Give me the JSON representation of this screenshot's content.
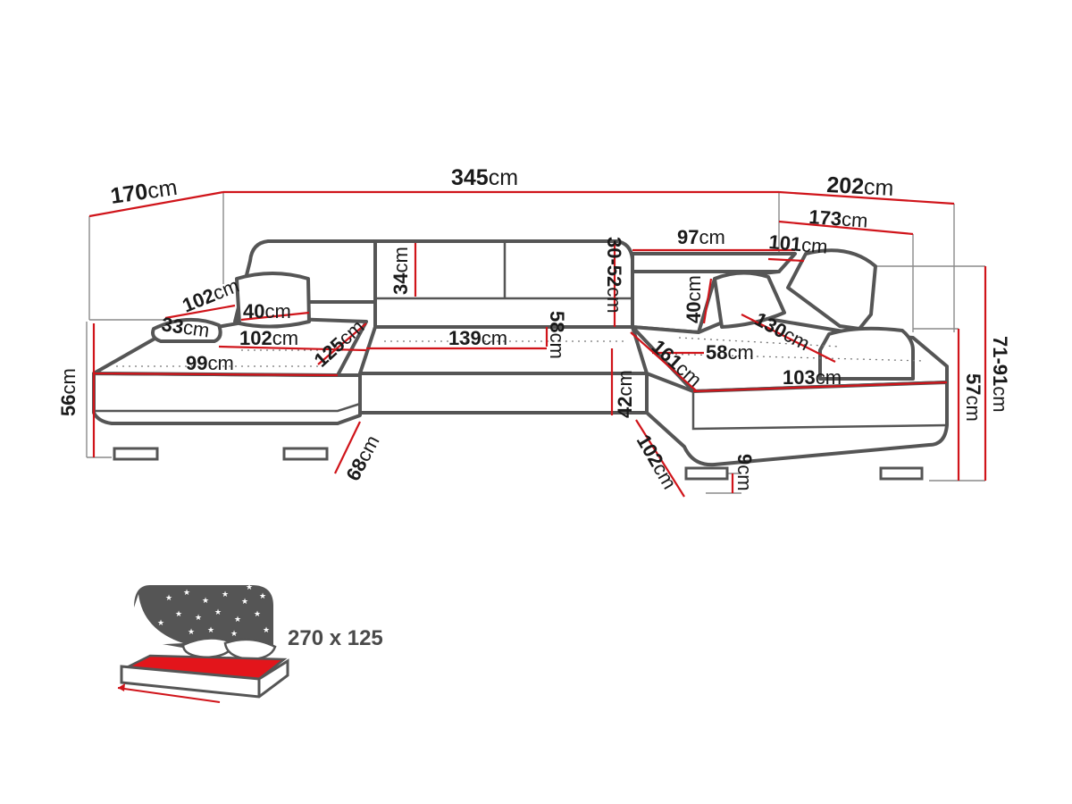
{
  "colors": {
    "outline": "#555555",
    "measure_line": "#d0141a",
    "guide_line": "#8a8a8a",
    "text": "#1a1a1a",
    "bed_mattress": "#e3151b",
    "bed_night": "#555555"
  },
  "icons": [
    "bed-function-icon",
    "star-icon",
    "moon-icon"
  ],
  "dimensions": {
    "total_width": {
      "value": "345",
      "unit": "cm"
    },
    "left_depth": {
      "value": "170",
      "unit": "cm"
    },
    "right_depth": {
      "value": "202",
      "unit": "cm"
    },
    "right_inner_depth": {
      "value": "173",
      "unit": "cm"
    },
    "right_arm_length": {
      "value": "101",
      "unit": "cm"
    },
    "right_back_length": {
      "value": "97",
      "unit": "cm"
    },
    "headrest_height": {
      "value": "30-52",
      "unit": "cm"
    },
    "back_cushion_height": {
      "value": "34",
      "unit": "cm"
    },
    "left_back_length": {
      "value": "102",
      "unit": "cm"
    },
    "left_pillow_width": {
      "value": "40",
      "unit": "cm"
    },
    "left_pillow_height": {
      "value": "33",
      "unit": "cm"
    },
    "left_seat_width": {
      "value": "102",
      "unit": "cm"
    },
    "left_chaise_width": {
      "value": "99",
      "unit": "cm"
    },
    "left_chaise_diagonal": {
      "value": "125",
      "unit": "cm"
    },
    "center_seat_width": {
      "value": "139",
      "unit": "cm"
    },
    "seat_depth": {
      "value": "58",
      "unit": "cm"
    },
    "seat_height": {
      "value": "42",
      "unit": "cm"
    },
    "left_height": {
      "value": "56",
      "unit": "cm"
    },
    "left_chaise_front": {
      "value": "68",
      "unit": "cm"
    },
    "right_pillow_width": {
      "value": "40",
      "unit": "cm"
    },
    "right_inner_diagonal": {
      "value": "161",
      "unit": "cm"
    },
    "right_seat_depth": {
      "value": "58",
      "unit": "cm"
    },
    "right_headrest_diagonal": {
      "value": "130",
      "unit": "cm"
    },
    "right_chaise_width": {
      "value": "103",
      "unit": "cm"
    },
    "right_chaise_front": {
      "value": "102",
      "unit": "cm"
    },
    "leg_height": {
      "value": "9",
      "unit": "cm"
    },
    "right_height": {
      "value": "57",
      "unit": "cm"
    },
    "total_height_range": {
      "value": "71-91",
      "unit": "cm"
    }
  },
  "bed_function": {
    "size": "270 x 125"
  }
}
